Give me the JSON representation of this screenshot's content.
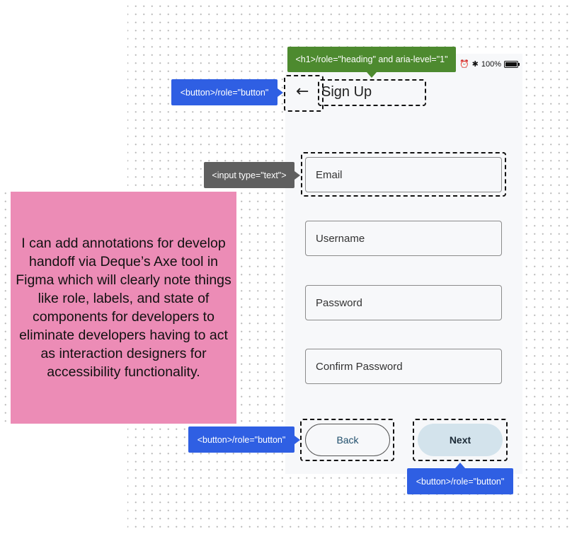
{
  "status_bar": {
    "battery": "100%"
  },
  "screen": {
    "back_arrow": "←",
    "title": "Sign Up",
    "fields": {
      "email": "Email",
      "username": "Username",
      "password": "Password",
      "confirm_password": "Confirm Password"
    },
    "buttons": {
      "back": "Back",
      "next": "Next"
    }
  },
  "annotations": {
    "heading": "<h1>/role=\"heading\" and aria-level=\"1\"",
    "back_arrow_button": "<button>/role=\"button\"",
    "email_input": "<input type=\"text\">",
    "back_button": "<button>/role=\"button\"",
    "next_button": "<button>/role=\"button\""
  },
  "sticky_note": "I can add annotations for develop handoff via Deque’s Axe tool in Figma which will clearly note things like role, labels, and state of components for developers to eliminate developers having to act as interaction designers for accessibility functionality.",
  "colors": {
    "annotation_blue": "#2f5fe3",
    "annotation_green": "#4d8a2f",
    "annotation_gray": "#5f5f5f",
    "sticky_pink": "#ec8cb6",
    "next_button_bg": "#d3e3ec"
  }
}
